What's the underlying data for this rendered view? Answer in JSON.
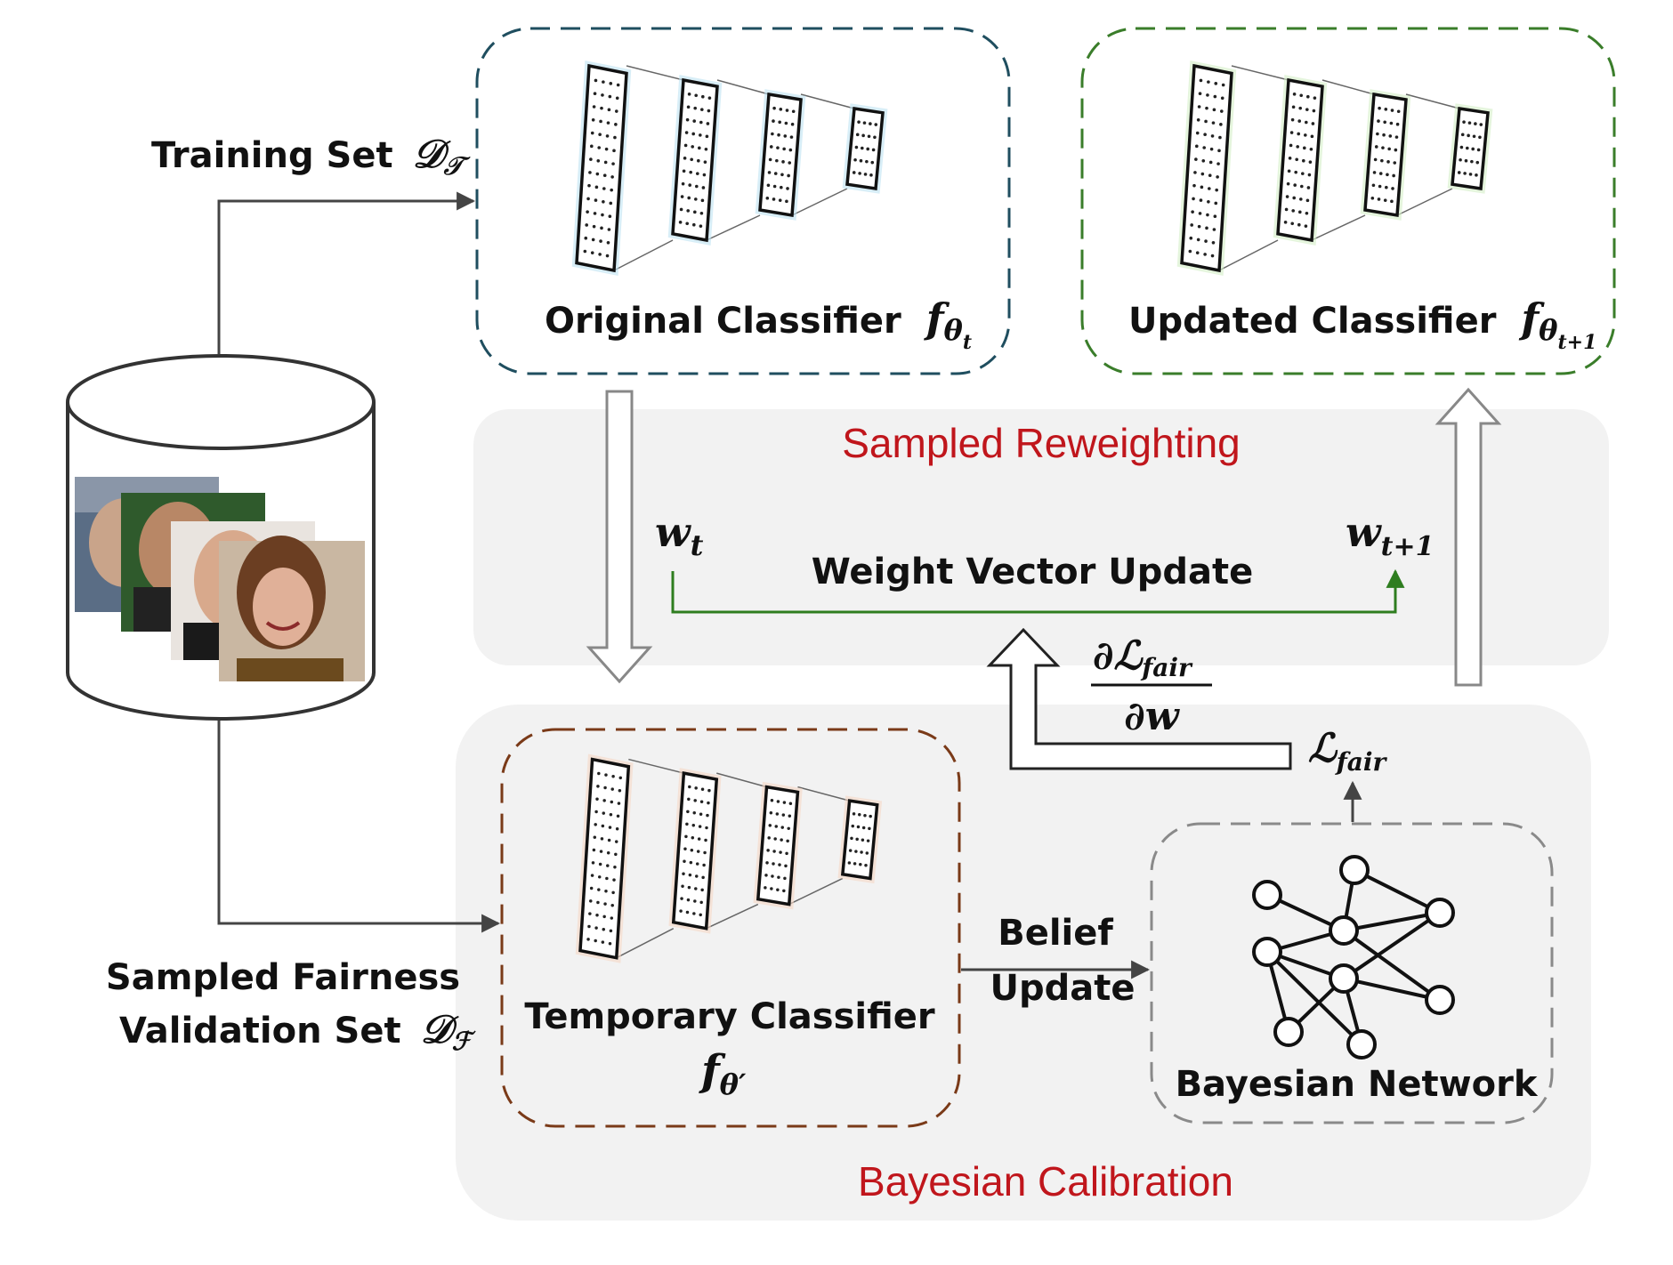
{
  "labels": {
    "training_set": "Training Set",
    "training_set_symbol": "𝒟",
    "training_set_sub": "𝒯",
    "original_classifier": "Original Classifier",
    "original_f": "f",
    "original_sub": "θ",
    "original_subsub": "t",
    "updated_classifier": "Updated Classifier",
    "updated_f": "f",
    "updated_sub": "θ",
    "updated_subsub": "t+1",
    "sampled_reweighting": "Sampled Reweighting",
    "w_t": "w",
    "w_t_sub": "t",
    "w_t1": "w",
    "w_t1_sub": "t+1",
    "weight_vector_update": "Weight Vector Update",
    "grad_num": "∂ℒ",
    "grad_num_sub": "fair",
    "grad_den": "∂w",
    "l_fair": "ℒ",
    "l_fair_sub": "fair",
    "sampled_fairness_line1": "Sampled Fairness",
    "sampled_fairness_line2": "Validation Set",
    "fairness_symbol": "𝒟",
    "fairness_sub": "ℱ",
    "temporary_classifier": "Temporary Classifier",
    "temp_f": "f",
    "temp_sub": "θ′",
    "belief_line1": "Belief",
    "belief_line2": "Update",
    "bayesian_network": "Bayesian Network",
    "bayesian_calibration": "Bayesian Calibration"
  },
  "colors": {
    "section_title": "#c0161c",
    "original_border": "#1f4e5f",
    "updated_border": "#3a7d2a",
    "temporary_border": "#7a3a18",
    "bayes_border": "#8a8a8a",
    "weight_line": "#2e7d1f",
    "panel_fill": "#f2f2f2"
  },
  "icons": {
    "database": "database-cylinder-icon",
    "faces": "face-photos-icon",
    "cnn": "cnn-layers-icon",
    "bayes_graph": "bayesian-network-icon"
  }
}
